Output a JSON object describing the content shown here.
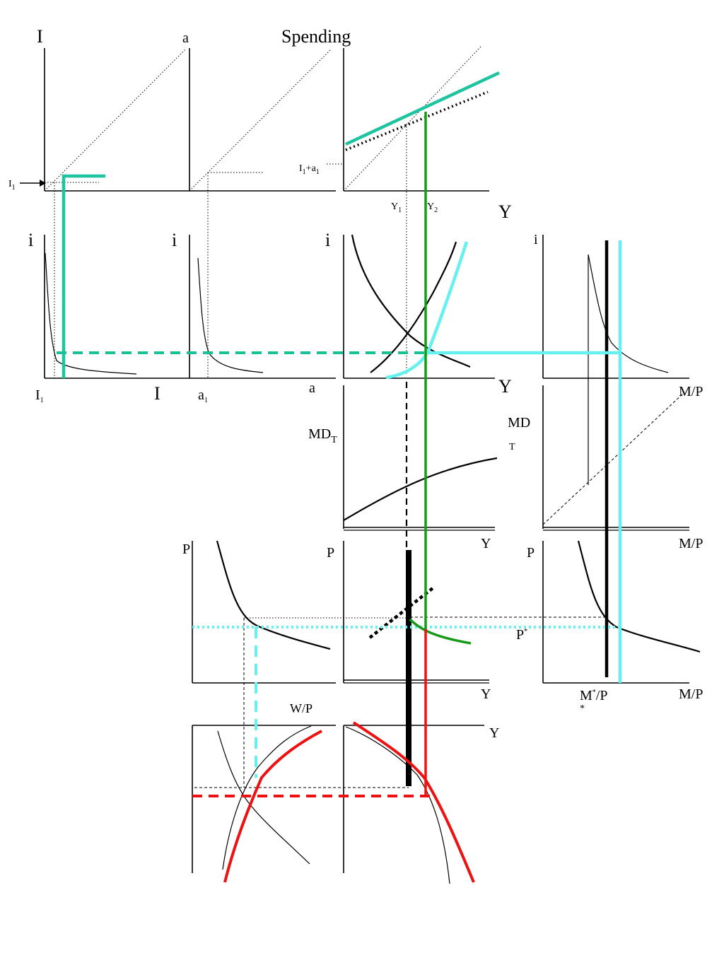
{
  "colors": {
    "teal": "#1ec4a0",
    "teal_dashed": "#19c295",
    "cyan": "#66f0f0",
    "green": "#169b16",
    "red": "#ee1111",
    "black": "#000000"
  },
  "labels": {
    "I_top": "I",
    "a_top": "a",
    "spending": "Spending",
    "I1_left": "I",
    "I1_left_sub": "1",
    "I1_a1": "I",
    "I1_a1_sub1": "1",
    "I1_a1_plus": "+a",
    "I1_a1_sub2": "1",
    "Y1": "Y",
    "Y1_sub": "1",
    "Y2": "Y",
    "Y2_sub": "2",
    "Y_top": "Y",
    "i1": "i",
    "i2": "i",
    "i3": "i",
    "i4": "i",
    "I1_axis": "I",
    "I1_axis_sub": "1",
    "I_axis": "I",
    "a1_axis": "a",
    "a1_axis_sub": "1",
    "a_axis": "a",
    "Y_mid": "Y",
    "MP_mid": "M/P",
    "MDT_left": "MD",
    "MDT_left_sub": "T",
    "MDT_right": "MD",
    "MDT_right_sub": "T",
    "Y_md": "Y",
    "MP_md": "M/P",
    "P1": "P",
    "P2": "P",
    "P3": "P",
    "Pstar": "P",
    "Pstar_sup": "*",
    "Y_p": "Y",
    "Mstar": "M",
    "Mstar_sup": "*",
    "Mstar_rest": "/P",
    "Mstar_under": "*",
    "MP_p": "M/P",
    "WP": "W/P",
    "Y_bottom": "Y"
  }
}
